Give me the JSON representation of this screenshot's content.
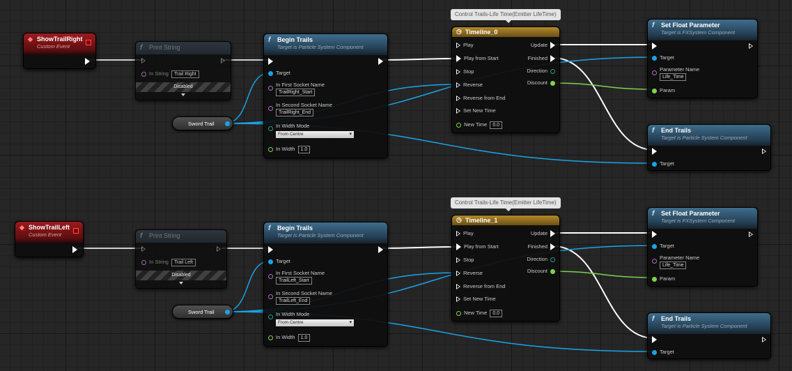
{
  "graphs": [
    {
      "event": {
        "title": "ShowTrailRight",
        "subtitle": "Custom Event"
      },
      "print_string": {
        "title": "Print String",
        "in_string_label": "In String",
        "in_string_value": "Trail Right",
        "disabled_label": "Disabled"
      },
      "begin_trails": {
        "title": "Begin Trails",
        "subtitle": "Target is Particle System Component",
        "target_label": "Target",
        "first_socket_label": "In First Socket Name",
        "first_socket_value": "TrailRight_Start",
        "second_socket_label": "In Second Socket Name",
        "second_socket_value": "TrailRight_End",
        "width_mode_label": "In Width Mode",
        "width_mode_value": "From Centre",
        "width_label": "In Width",
        "width_value": "1.0"
      },
      "sword_trail": {
        "label": "Sword Trail"
      },
      "comment": "Control Trails-Life Time(Emitter LifeTime)",
      "timeline": {
        "title": "Timeline_0",
        "play": "Play",
        "play_from_start": "Play from Start",
        "stop": "Stop",
        "reverse": "Reverse",
        "reverse_from_end": "Reverse from End",
        "set_new_time": "Set New Time",
        "new_time_label": "New Time",
        "new_time_value": "0.0",
        "update": "Update",
        "finished": "Finished",
        "direction": "Direction",
        "discount": "Discount"
      },
      "set_float": {
        "title": "Set Float Parameter",
        "subtitle": "Target is FXSystem Component",
        "target_label": "Target",
        "param_name_label": "Parameter Name",
        "param_name_value": "Life_Time",
        "param_label": "Param"
      },
      "end_trails": {
        "title": "End Trails",
        "subtitle": "Target is Particle System Component",
        "target_label": "Target"
      }
    },
    {
      "event": {
        "title": "ShowTrailLeft",
        "subtitle": "Custom Event"
      },
      "print_string": {
        "title": "Print String",
        "in_string_label": "In String",
        "in_string_value": "Trail Left",
        "disabled_label": "Disabled"
      },
      "begin_trails": {
        "title": "Begin Trails",
        "subtitle": "Target is Particle System Component",
        "target_label": "Target",
        "first_socket_label": "In First Socket Name",
        "first_socket_value": "TrailLeft_Start",
        "second_socket_label": "In Second Socket Name",
        "second_socket_value": "TrailLeft_End",
        "width_mode_label": "In Width Mode",
        "width_mode_value": "From Centre",
        "width_label": "In Width",
        "width_value": "1.0"
      },
      "sword_trail": {
        "label": "Sword Trail"
      },
      "comment": "Control Trails-Life Time(Emitter LifeTime)",
      "timeline": {
        "title": "Timeline_1",
        "play": "Play",
        "play_from_start": "Play from Start",
        "stop": "Stop",
        "reverse": "Reverse",
        "reverse_from_end": "Reverse from End",
        "set_new_time": "Set New Time",
        "new_time_label": "New Time",
        "new_time_value": "0.0",
        "update": "Update",
        "finished": "Finished",
        "direction": "Direction",
        "discount": "Discount"
      },
      "set_float": {
        "title": "Set Float Parameter",
        "subtitle": "Target is FXSystem Component",
        "target_label": "Target",
        "param_name_label": "Parameter Name",
        "param_name_value": "Life_Time",
        "param_label": "Param"
      },
      "end_trails": {
        "title": "End Trails",
        "subtitle": "Target is Particle System Component",
        "target_label": "Target"
      }
    }
  ],
  "colors": {
    "exec_wire": "#ffffff",
    "object_wire": "#1aa3e8",
    "float_wire": "#7bd44c",
    "event_header": "#9e1a1e",
    "function_header": "#3f6d8c",
    "timeline_header": "#b38a2a"
  }
}
